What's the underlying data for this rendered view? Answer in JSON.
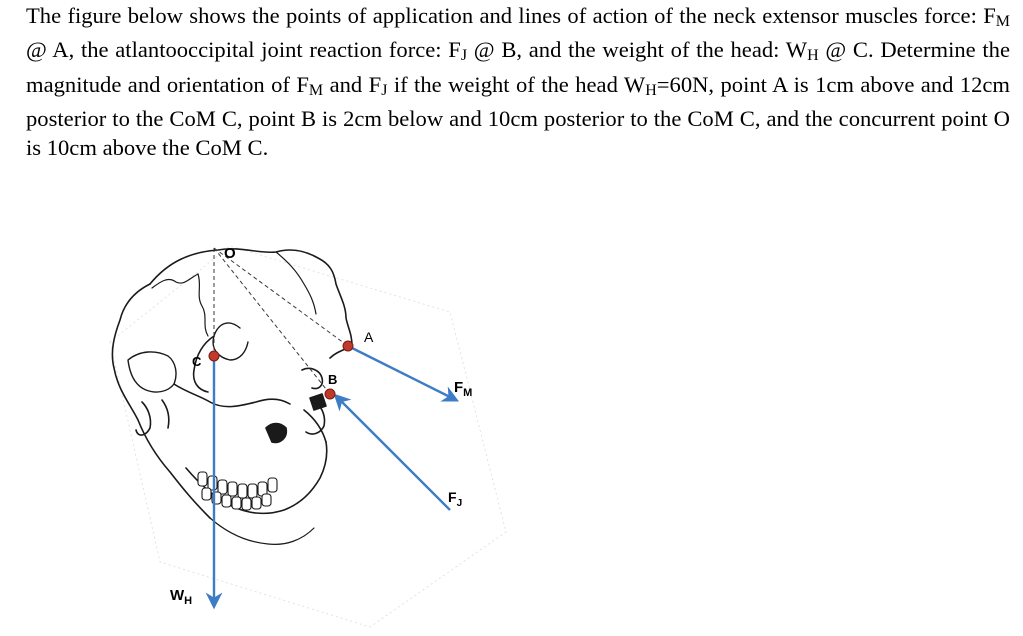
{
  "problem": {
    "p1": "The figure below shows the points of application and lines of action of the neck extensor muscles force: F",
    "s1": "M",
    "p2": " @ A, the atlantooccipital joint reaction force: F",
    "s2": "J",
    "p3": " @ B, and the weight of the head: W",
    "s3": "H",
    "p4": " @ C. Determine the magnitude and orientation of F",
    "s4": "M",
    "p5": " and F",
    "s5": "J",
    "p6": " if the weight of the head W",
    "s6": "H",
    "p7": "=60N, point A is 1cm above and 12cm posterior to the CoM C, point B is 2cm below and 10cm posterior to the CoM C, and the concurrent point O is 10cm above the CoM C."
  },
  "figure": {
    "point_labels": {
      "O": "O",
      "A": "A",
      "B": "B",
      "C": "C"
    },
    "force_labels": {
      "fm_main": "F",
      "fm_sub": "M",
      "fj_main": "F",
      "fj_sub": "J",
      "wh_main": "W",
      "wh_sub": "H"
    },
    "colors": {
      "arrow": "#3d7dc6",
      "point": "#c0392b",
      "outline": "#1a1a1a",
      "dashed": "#3a3a3a"
    }
  }
}
